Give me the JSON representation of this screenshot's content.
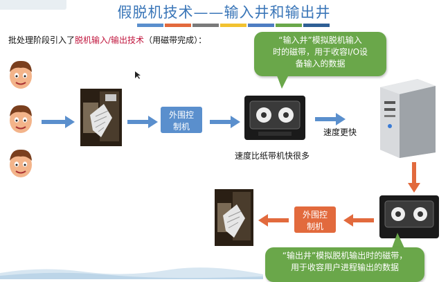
{
  "slide": {
    "title": "假脱机技术——输入井和输出井",
    "intro_prefix": "批处理阶段引入了",
    "intro_highlight": "脱机输入/输出技术",
    "intro_suffix": "（用磁带完成）：",
    "colors": {
      "title": "#3a76b8",
      "highlight": "#c0143c",
      "bubble": "#6aa74a",
      "peripheral_in": "#5a8fcd",
      "peripheral_out": "#e26a3d",
      "arrow_blue": "#5a8fcd",
      "arrow_orange": "#e26a3d"
    }
  },
  "bubbles": {
    "top_line1": "“输入井”模拟脱机输入",
    "top_line2": "时的磁带，用于收容I/O设",
    "top_line3": "备输入的数据",
    "bottom_line1": "“输出井”模拟脱机输出时的磁带，",
    "bottom_line2": "用于收容用户进程输出的数据"
  },
  "peripherals": {
    "input_line1": "外围控",
    "input_line2": "制机",
    "output_line1": "外围控",
    "output_line2": "制机"
  },
  "labels": {
    "tape_speed": "速度比纸带机快很多",
    "faster": "速度更快"
  },
  "icons": [
    "person-icon",
    "card-reader-icon",
    "tape-drive-icon",
    "computer-tower-icon",
    "printer-icon"
  ]
}
